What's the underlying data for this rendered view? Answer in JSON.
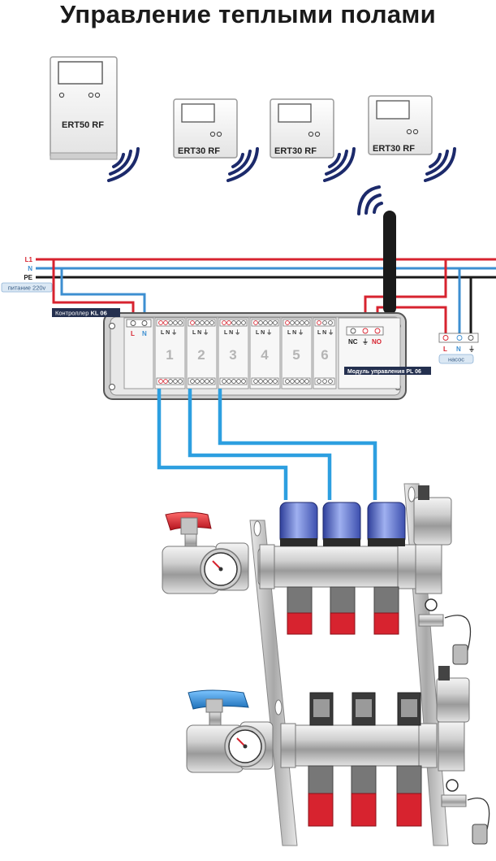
{
  "title": "Управление теплыми полами",
  "thermostats": [
    {
      "model": "ERT50 RF"
    },
    {
      "model": "ERT30 RF"
    },
    {
      "model": "ERT30 RF"
    },
    {
      "model": "ERT30 RF"
    }
  ],
  "wires": {
    "l1": "L1",
    "n": "N",
    "pe": "PE",
    "supply_badge": "питание 220v"
  },
  "controller": {
    "tag_prefix": "Контроллер ",
    "tag_model": "KL 06",
    "power_l": "L",
    "power_n": "N",
    "zones": [
      "1",
      "2",
      "3",
      "4",
      "5",
      "6"
    ],
    "zone_terminal": "L N ⏚"
  },
  "module": {
    "nc": "NC",
    "gnd": "⏚",
    "no": "NO",
    "tag": "Модуль управления PL 06"
  },
  "pump": {
    "l": "L",
    "n": "N",
    "gnd": "⏚",
    "badge": "насос"
  },
  "colors": {
    "live": "#d7232f",
    "neutral": "#3d8fd1",
    "earth": "#1a1a1a",
    "signal": "#2d9fe0",
    "wave": "#1c2a6b",
    "actuator": "#4a5fc4",
    "valve_red": "#d7232f",
    "valve_blue": "#2f8fd8"
  }
}
